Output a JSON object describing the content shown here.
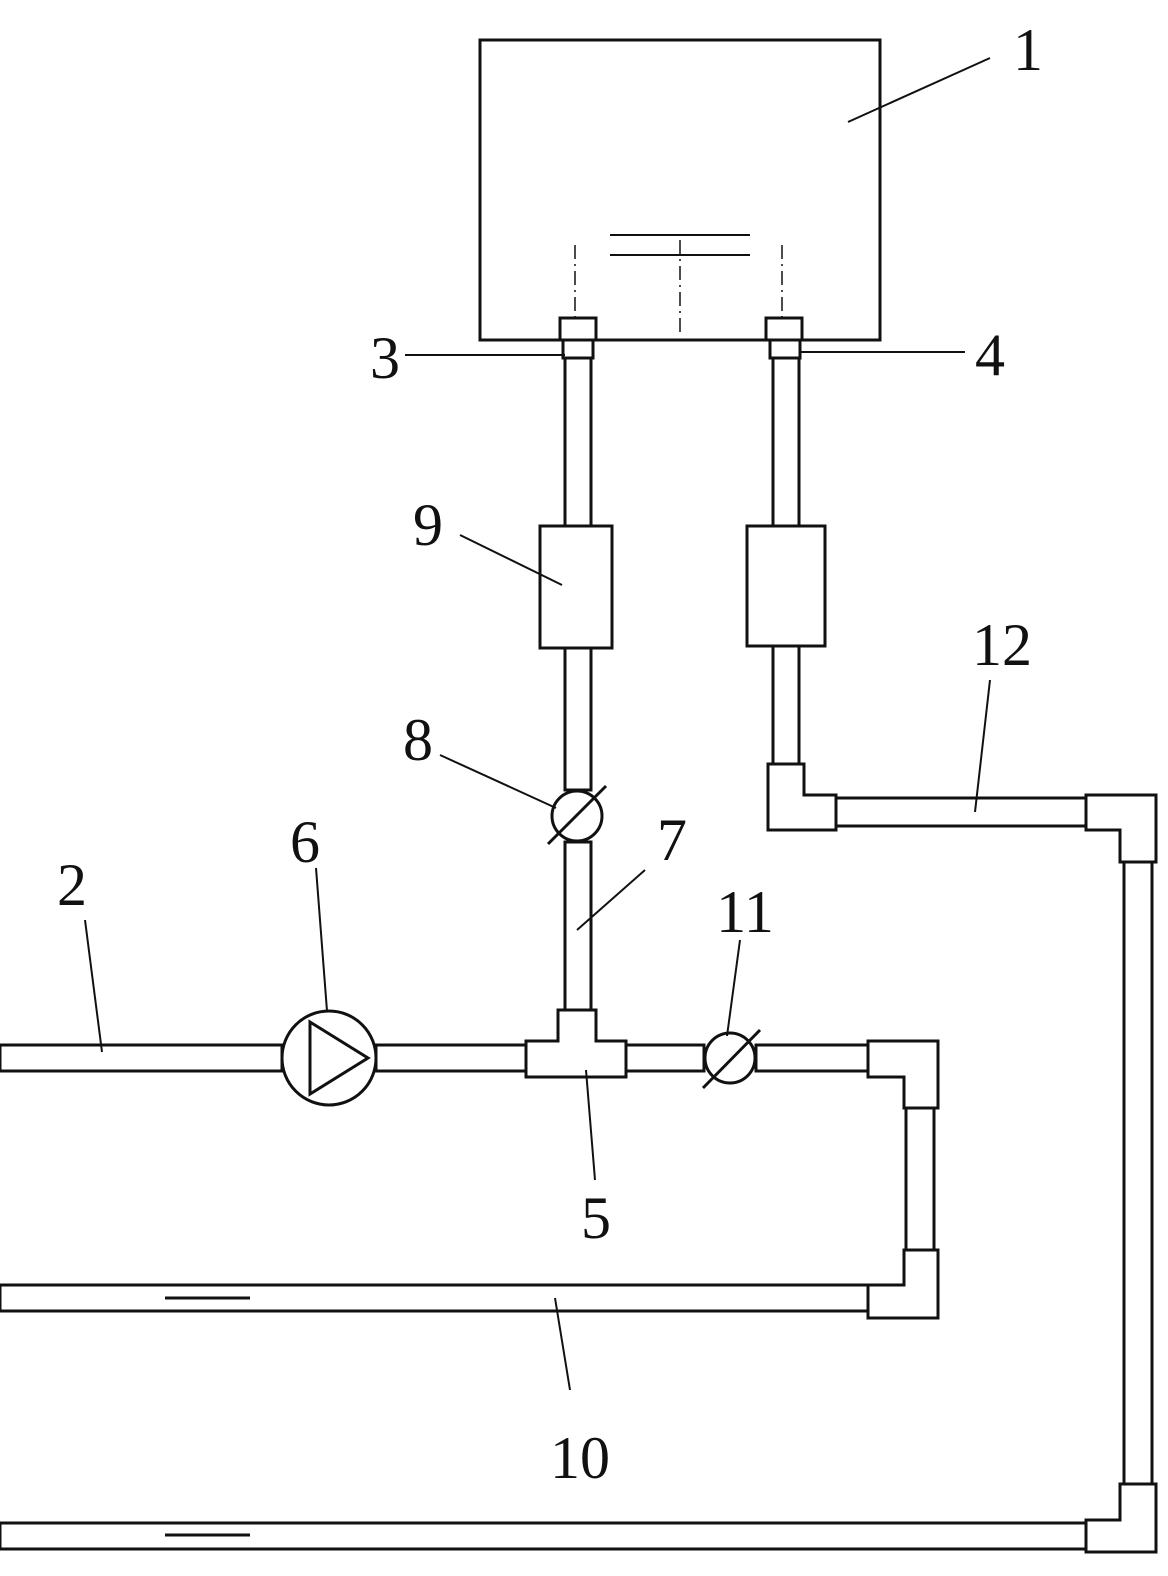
{
  "labels": {
    "tank": "1",
    "inlet_pipe": "2",
    "outlet_port_left": "3",
    "outlet_port_right": "4",
    "tee": "5",
    "pump": "6",
    "branch_pipe": "7",
    "valve_upper": "8",
    "filter": "9",
    "return_pipe": "10",
    "valve_lower": "11",
    "return_line": "12"
  },
  "colors": {
    "line": "#111111",
    "background": "#ffffff"
  }
}
